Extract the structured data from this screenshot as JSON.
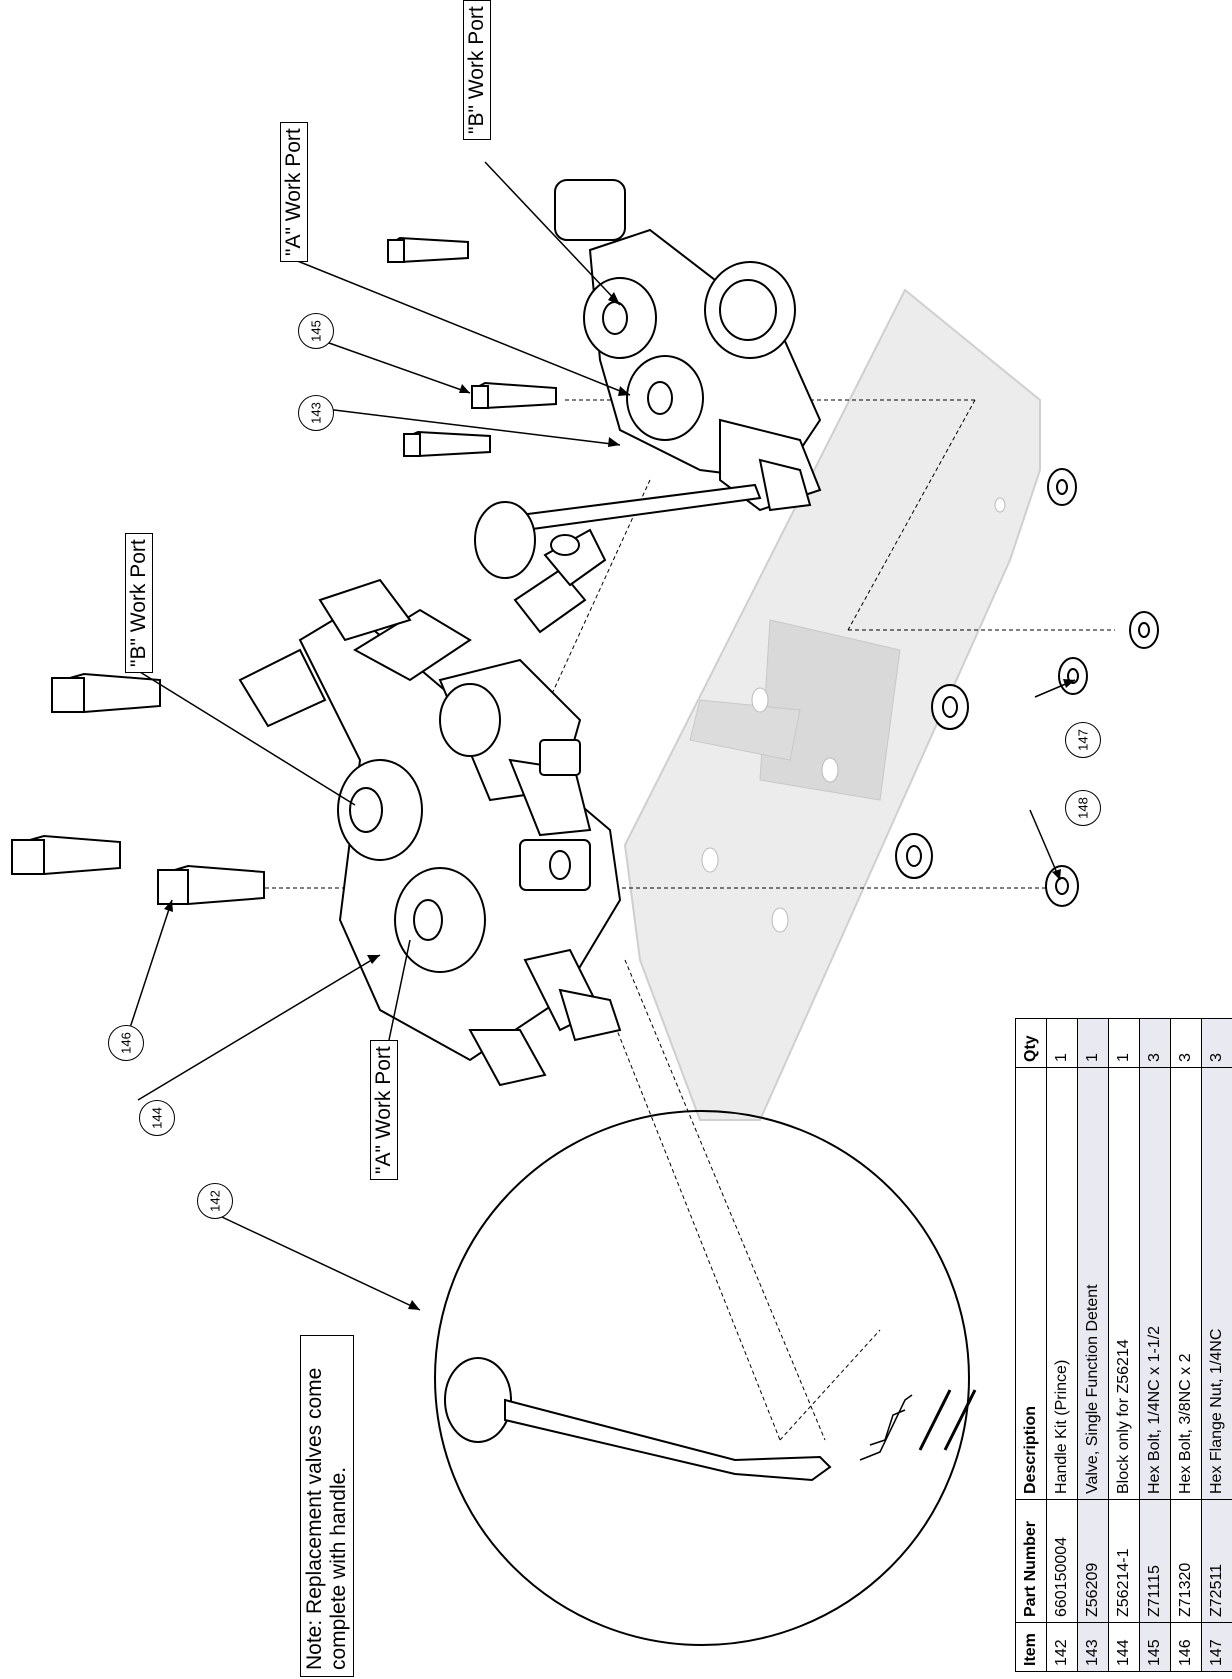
{
  "labels": {
    "b_port_top": "\"B\" Work Port",
    "a_port_top": "\"A\" Work Port",
    "b_port_mid": "\"B\" Work Port",
    "a_port_bottom": "\"A\" Work Port"
  },
  "callouts": {
    "c142": "142",
    "c143": "143",
    "c144": "144",
    "c145": "145",
    "c146": "146",
    "c147": "147",
    "c148": "148"
  },
  "note": "Note: Replacement valves come complete with handle.",
  "parts_table": {
    "headers": {
      "item": "Item",
      "part_number": "Part Number",
      "description": "Description",
      "qty": "Qty"
    },
    "rows": [
      {
        "item": "142",
        "part_number": "660150004",
        "description": "Handle Kit (Prince)",
        "qty": "1"
      },
      {
        "item": "143",
        "part_number": "Z56209",
        "description": "Valve, Single Function Detent",
        "qty": "1"
      },
      {
        "item": "144",
        "part_number": "Z56214-1",
        "description": "Block only for Z56214",
        "qty": "1"
      },
      {
        "item": "145",
        "part_number": "Z71115",
        "description": "Hex Bolt, 1/4NC x 1-1/2",
        "qty": "3"
      },
      {
        "item": "146",
        "part_number": "Z71320",
        "description": "Hex Bolt, 3/8NC x 2",
        "qty": "3"
      },
      {
        "item": "147",
        "part_number": "Z72511",
        "description": "Hex Flange Nut, 1/4NC",
        "qty": "3"
      }
    ]
  },
  "colors": {
    "line": "#000000",
    "plate_fill": "#e6e6e6",
    "plate_shadow": "#d4d4d4",
    "table_stripe": "#e9e9f2"
  }
}
